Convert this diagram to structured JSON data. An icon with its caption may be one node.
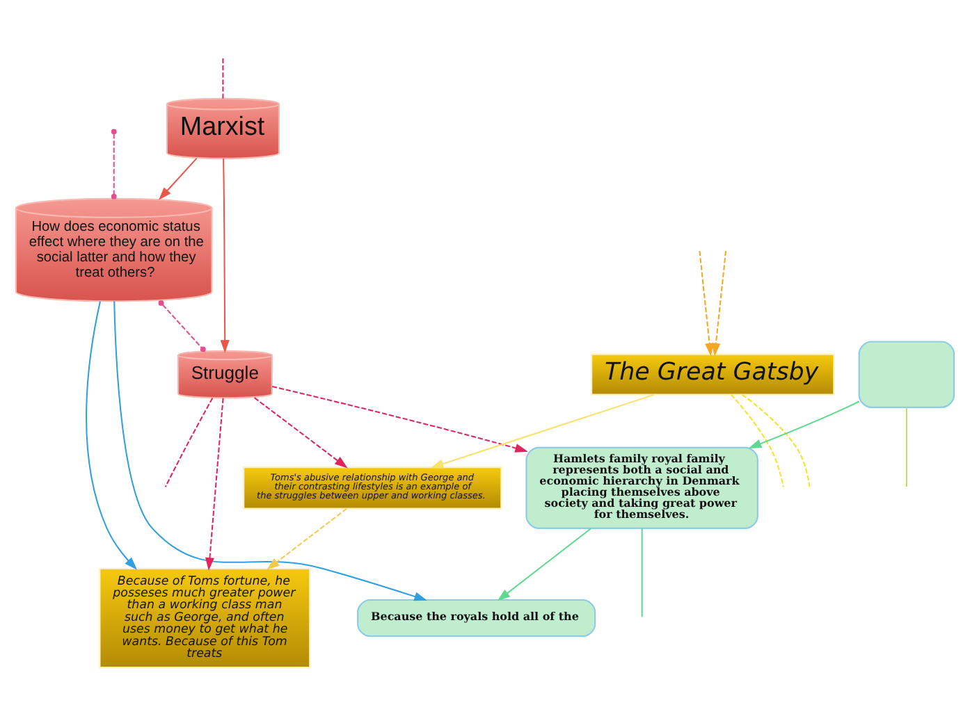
{
  "diagram": {
    "nodes": [
      {
        "text": [
          "How does economic status effect where they are on the social latter and how they treat others?"
        ]
      },
      {
        "text": [
          "Marxist"
        ]
      },
      {
        "text": [
          "Struggle"
        ]
      },
      {
        "text": [
          "Toms's abusive relationship with George and their contrasting lifestyles is an example of the struggles between upper and working classes."
        ]
      },
      {
        "text": [
          "The Great Gatsby"
        ]
      },
      {
        "text": [],
        "shape": "box"
      },
      {
        "text": [
          "Because of Toms fortune, he posseses much greater power than a working class man such as George, and often uses money to get what he wants. Because of this Tom treats"
        ]
      },
      {
        "text": [
          "Hamlets family royal family represents both a social and economic hierarchy in Denmark placing themselves above society and taking great power for themselves."
        ]
      },
      {
        "text": [
          "Because the royals hold all of the"
        ]
      }
    ],
    "edges": [
      {
        "from": 1,
        "to": 0,
        "arrow": "to",
        "color": "#e8574a"
      },
      {
        "from": 1,
        "to": 2,
        "arrow": "to",
        "color": "#e8574a"
      },
      {
        "from": null,
        "to": 1,
        "arrow": "none",
        "style": "dashed"
      },
      {
        "from": 0,
        "to": 2,
        "arrow": "other",
        "style": "dashed",
        "color": "#e64d8c"
      },
      {
        "from": null,
        "to": 0,
        "arrow": "other",
        "style": "dashed",
        "color": "#e64d8c"
      },
      {
        "from": 2,
        "to": 3,
        "arrow": "to",
        "style": "dashed"
      },
      {
        "from": 2,
        "to": 6,
        "arrow": "to",
        "style": "dashed"
      },
      {
        "from": 2,
        "to": 7,
        "arrow": "to",
        "style": "dashed"
      },
      {
        "from": 2,
        "to": null,
        "arrow": "none",
        "style": "dashed"
      },
      {
        "from": 4,
        "to": null,
        "arrow": "none",
        "style": "dashed",
        "color": "#f7e22a"
      },
      {
        "from": 4,
        "to": null,
        "arrow": "none",
        "style": "dashed",
        "color": "#f7e22a"
      },
      {
        "from": null,
        "to": 4,
        "arrow": "to",
        "style": "dashed",
        "color": "#f5a623"
      },
      {
        "from": null,
        "to": 4,
        "arrow": "to",
        "style": "dashed",
        "color": "#f5a623"
      },
      {
        "from": 4,
        "to": 3,
        "arrow": "to",
        "color": "#f7e26b"
      },
      {
        "from": 3,
        "to": 6,
        "arrow": "to",
        "style": "dashed",
        "color": "#f2c94c"
      },
      {
        "from": 0,
        "to": 6,
        "arrow": "to",
        "color": "#2f9fe0"
      },
      {
        "from": 0,
        "to": 8,
        "arrow": "to",
        "color": "#2f9fe0"
      },
      {
        "from": 5,
        "to": 7,
        "arrow": "to",
        "color": "#5fd98f"
      },
      {
        "from": 7,
        "to": 8,
        "arrow": "to",
        "color": "#5fd98f"
      },
      {
        "from": 7,
        "to": null,
        "arrow": "none",
        "color": "#5fd98f"
      },
      {
        "from": 5,
        "to": null,
        "arrow": "none",
        "color": "#b5e06b"
      }
    ]
  }
}
